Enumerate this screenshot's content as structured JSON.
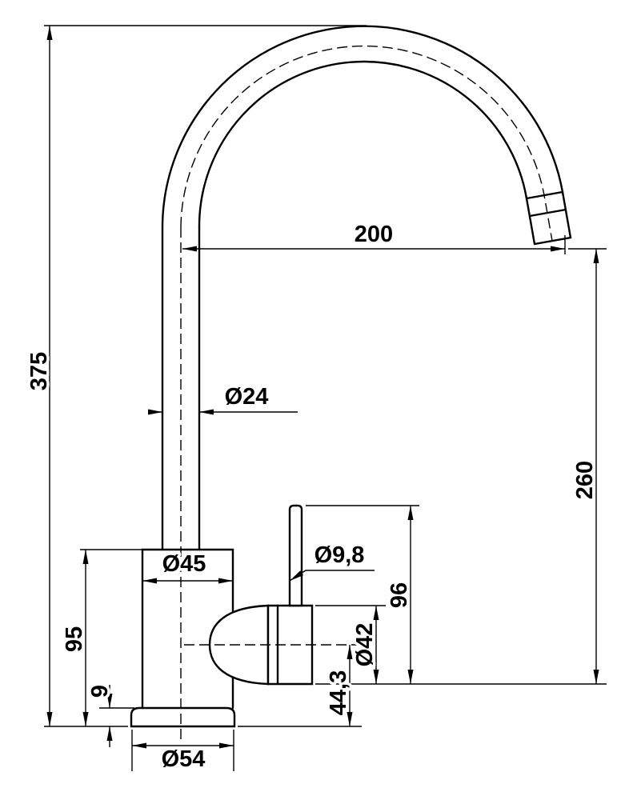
{
  "drawing": {
    "subject": "kitchen-faucet-technical-drawing-side-view",
    "colors": {
      "background": "#ffffff",
      "line": "#000000"
    },
    "dimensions": {
      "total_height": "375",
      "spout_projection": "200",
      "spout_tube_diameter": "Ø24",
      "spout_outlet_height": "260",
      "body_diameter": "Ø45",
      "body_height": "95",
      "base_plate_height": "9",
      "base_diameter": "Ø54",
      "lever_diameter": "Ø9,8",
      "handle_height": "96",
      "handle_body_diameter": "Ø42",
      "handle_axis_height": "44,3"
    }
  }
}
